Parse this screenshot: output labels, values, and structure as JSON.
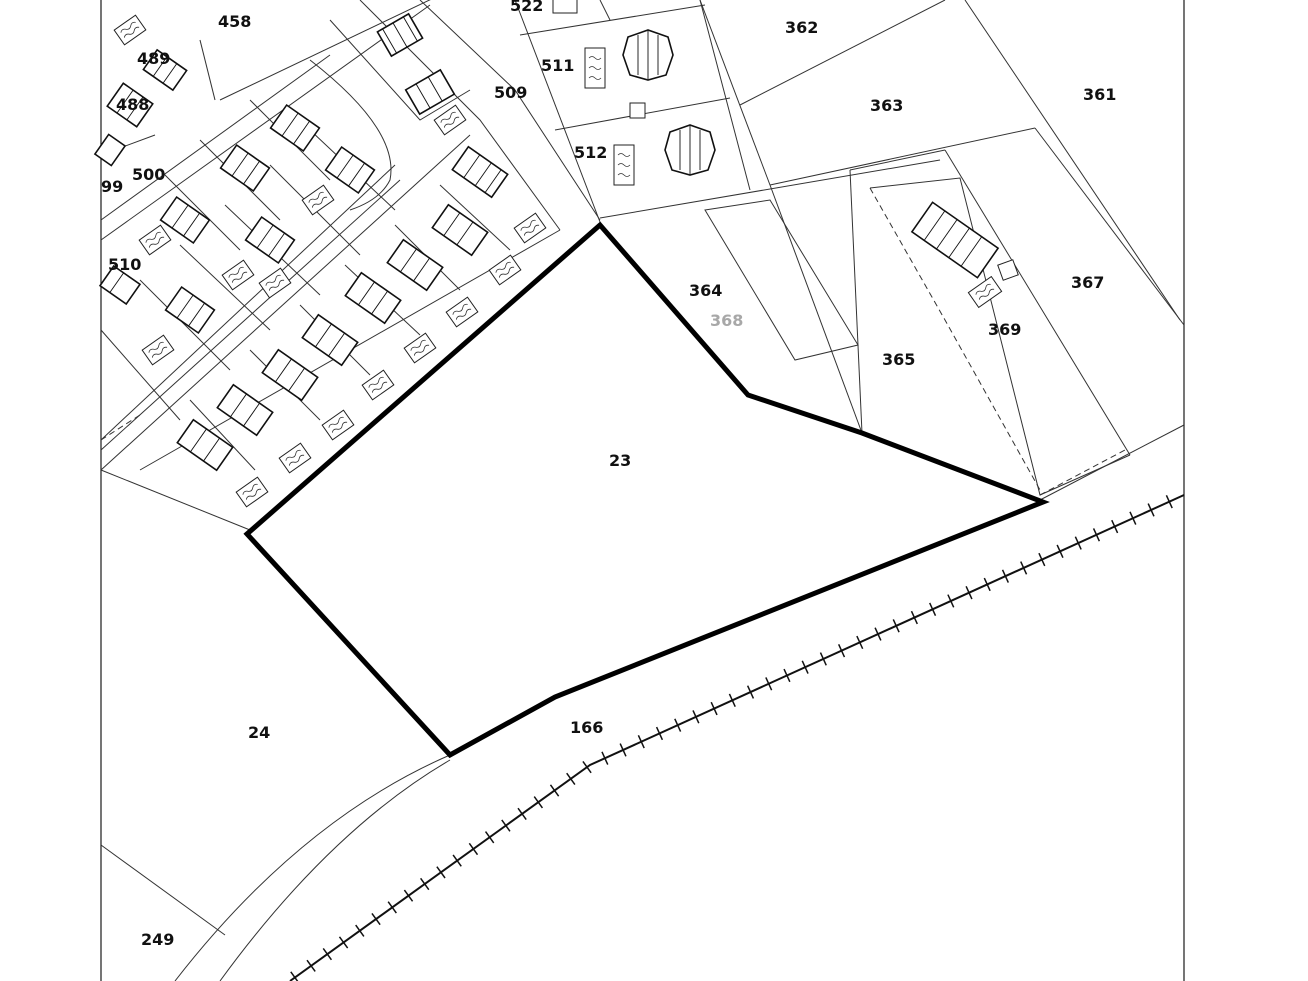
{
  "parcel_labels": {
    "p458": "458",
    "p489": "489",
    "p488": "488",
    "p500": "500",
    "p99": "99",
    "p510": "510",
    "p522": "522",
    "p511": "511",
    "p509": "509",
    "p512": "512",
    "p362": "362",
    "p363": "363",
    "p361": "361",
    "p364": "364",
    "p368": "368",
    "p365": "365",
    "p367": "367",
    "p369": "369",
    "p23": "23",
    "p24": "24",
    "p166": "166",
    "p249": "249"
  },
  "colors": {
    "boundary": "#000000",
    "lines": "#1a1a1a",
    "muted_label": "#a8a8a8",
    "background": "#ffffff"
  },
  "legend": {
    "highlighted_parcel": "23",
    "railway": "railway-line"
  }
}
